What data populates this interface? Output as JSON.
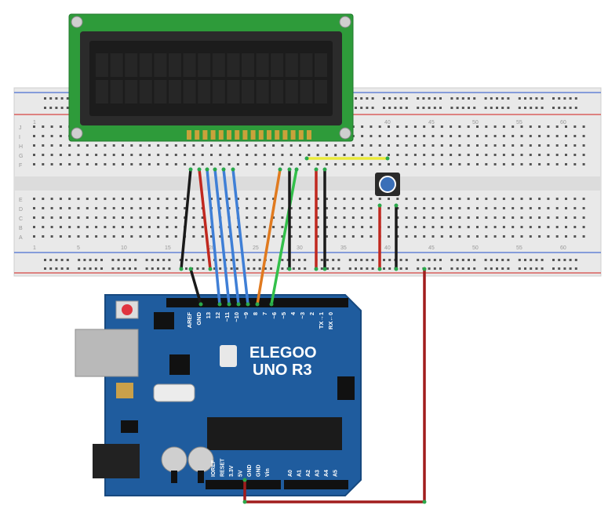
{
  "board": {
    "brand": "ELEGOO",
    "model": "UNO R3",
    "color_pcb": "#1f5c9e",
    "color_edge": "#17497f",
    "digital_pin_labels": [
      "AREF",
      "GND",
      "13",
      "12",
      "~11",
      "~10",
      "~9",
      "8",
      "7",
      "~6",
      "~5",
      "4",
      "~3",
      "2",
      "TX→1",
      "RX←0"
    ],
    "power_pin_labels": [
      "IOREF",
      "RESET",
      "3.3V",
      "5V",
      "GND",
      "GND",
      "Vin"
    ],
    "analog_pin_labels": [
      "A0",
      "A1",
      "A2",
      "A3",
      "A4",
      "A5"
    ]
  },
  "breadboard": {
    "column_numbers": [
      "1",
      "5",
      "10",
      "15",
      "20",
      "25",
      "30",
      "35",
      "40",
      "45",
      "50",
      "55",
      "60"
    ],
    "row_letters_top": [
      "J",
      "I",
      "H",
      "G",
      "F"
    ],
    "row_letters_bottom": [
      "E",
      "D",
      "C",
      "B",
      "A"
    ],
    "color_body": "#e9e9e9",
    "color_rail_red": "#d64541",
    "color_rail_blue": "#4a6fd1"
  },
  "lcd": {
    "pcb_color": "#2e9b3a",
    "screen_color": "#1c1c1c",
    "pin_count": 16
  },
  "wires": {
    "colors": {
      "black": "#1a1a1a",
      "red": "#c0281f",
      "blue": "#3f7fd6",
      "orange": "#e07a1f",
      "green": "#33c04a",
      "yellow": "#eaea3a",
      "dark_red": "#a11d1d"
    }
  },
  "potentiometer": {
    "body_color": "#2a2a2a",
    "knob_color": "#3a6fb8"
  }
}
